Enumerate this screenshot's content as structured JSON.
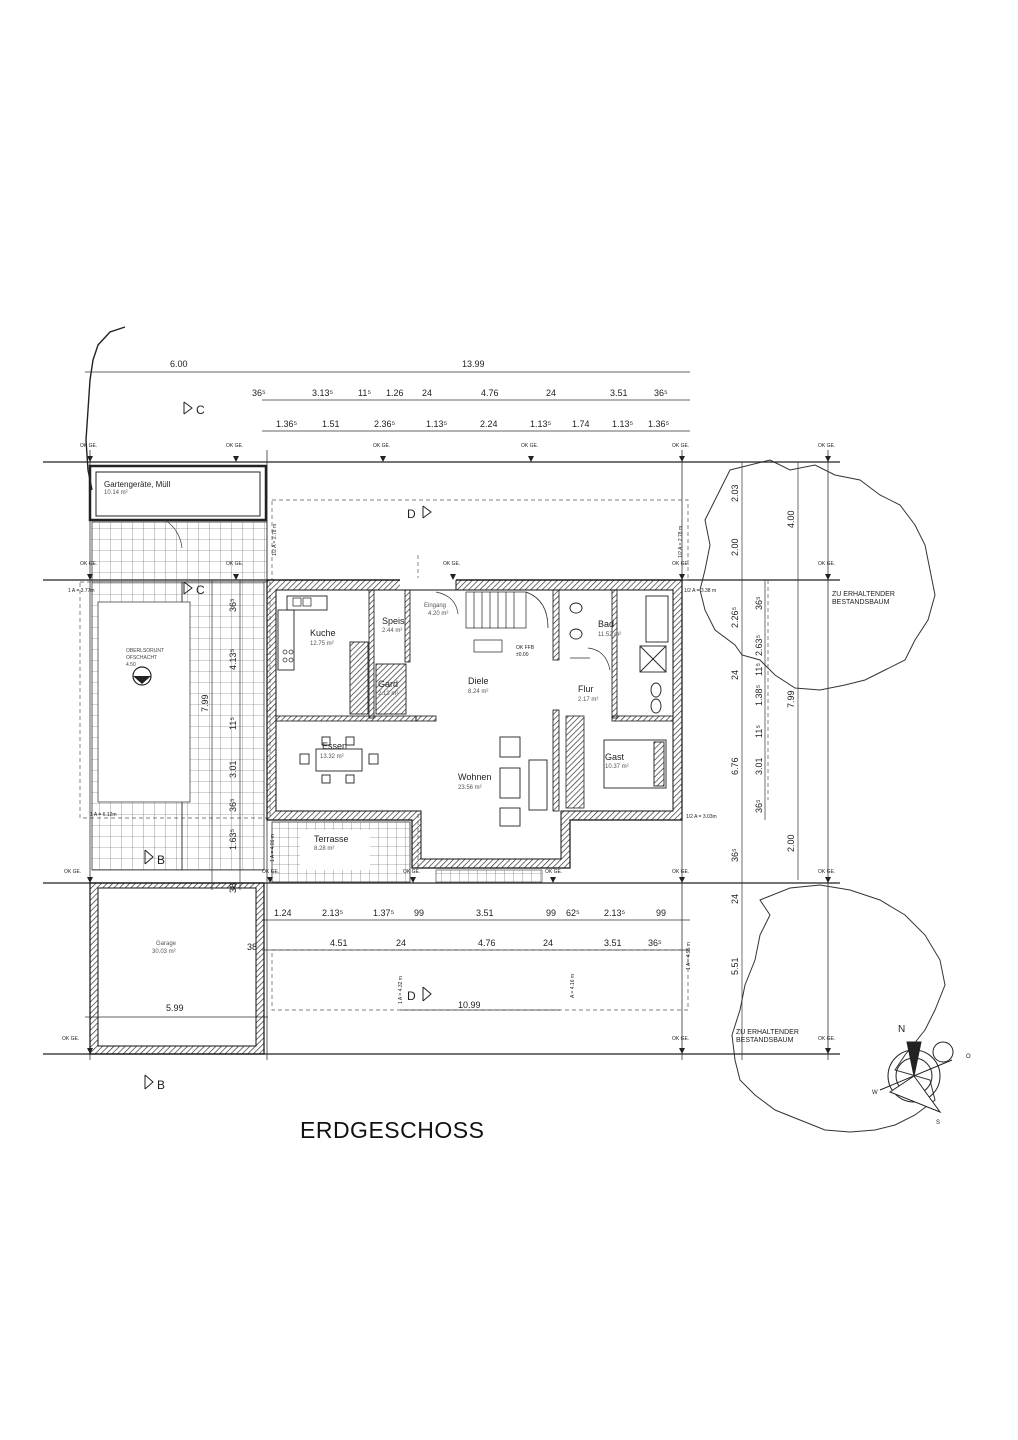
{
  "title": "ERDGESCHOSS",
  "rooms": {
    "garten": {
      "name": "Gartengeräte, Müll",
      "area": "10.14 m²"
    },
    "kuche": {
      "name": "Kuche",
      "area": "12.75 m²"
    },
    "speis": {
      "name": "Speis",
      "area": "2.44 m²"
    },
    "eingang": {
      "name": "Eingang",
      "area": "4.20 m²"
    },
    "bad": {
      "name": "Bad",
      "area": "11.52 m²"
    },
    "garderobe": {
      "name": "Gard",
      "area": "2.13 m²"
    },
    "diele": {
      "name": "Diele",
      "area": "8.24 m²"
    },
    "flur": {
      "name": "Flur",
      "area": "2.17 m²"
    },
    "essen": {
      "name": "Essen",
      "area": "13.32 m²"
    },
    "wohnen": {
      "name": "Wohnen",
      "area": "23.56 m²"
    },
    "gast": {
      "name": "Gast",
      "area": "10.37 m²"
    },
    "terrasse": {
      "name": "Terrasse",
      "area": "8.28 m²"
    },
    "garage": {
      "name": "Garage",
      "area": "30.03 m²"
    },
    "sickerschacht": {
      "line1": "OBERLSORUNT",
      "line2": "OFSCHACHT",
      "line3": "4.50"
    }
  },
  "trees": {
    "top": "ZU ERHALTENDER BESTANDSBAUM",
    "bottom": "ZU ERHALTENDER BESTANDSBAUM"
  },
  "compass": {
    "n": "N",
    "o": "O",
    "s": "S",
    "w": "W"
  },
  "sections": {
    "c": "C",
    "b": "B",
    "d": "D"
  },
  "ok_label": "OK GE.",
  "dims": {
    "top_overall": [
      "6.00",
      "13.99"
    ],
    "top_row1": [
      "36⁵",
      "3.13⁵",
      "11⁵",
      "1.26",
      "24",
      "4.76",
      "24",
      "3.51",
      "36⁵"
    ],
    "top_row2": [
      "1.36⁵",
      "1.51",
      "2.36⁵",
      "1.13⁵",
      "2.24",
      "1.13⁵",
      "1.74",
      "1.13⁵",
      "1.36⁵"
    ],
    "bottom_row1": [
      "1.24",
      "2.13⁵",
      "1.37⁵",
      "99",
      "3.51",
      "99",
      "62⁵",
      "2.13⁵",
      "99"
    ],
    "bottom_row2": [
      "4.51",
      "24",
      "4.76",
      "24",
      "3.51",
      "36⁵"
    ],
    "bottom_total": "10.99",
    "garage_width": "5.99",
    "garage_left": "38",
    "left_col1": [
      "36⁵",
      "4.13⁵",
      "11⁵",
      "3.01",
      "36⁵",
      "1.63⁵",
      "38"
    ],
    "left_total": "7.99",
    "right_col1": [
      "2.03",
      "2.00",
      "2.26⁵",
      "24",
      "6.76",
      "36⁵",
      "24",
      "5.51"
    ],
    "right_col2": [
      "36⁵",
      "2.63⁵",
      "11⁵",
      "1.38⁵",
      "11⁵",
      "3.01",
      "36⁵"
    ],
    "right_total": [
      "4.00",
      "7.99",
      "2.00"
    ],
    "height_labels": {
      "a": "1/2 A = 2.78 m",
      "b": "1/2 A = 2.78 m",
      "c": "1/2 A = 3.38 m",
      "d": "1/2 A = 3.03m",
      "e": "1 A = 3.77m",
      "f": "1 A = 6.12m",
      "g": "1 A = 4.01 m",
      "h": "1 A = 4.95 m",
      "i": "1 A = 4.32 m",
      "j": "A = 4.16 m"
    },
    "ffb": [
      "OK FFB",
      "±0.00"
    ]
  }
}
